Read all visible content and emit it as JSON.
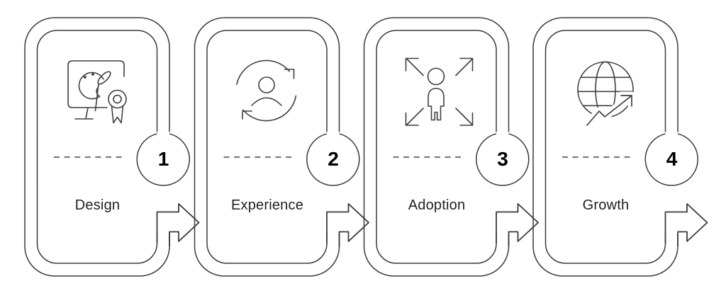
{
  "diagram": {
    "type": "process-flow",
    "background_color": "#ffffff",
    "outline_color": "#3a3a3a",
    "dash_color": "#7d7d7d",
    "text_color": "#1f1f1f",
    "step_count": "4"
  },
  "steps": [
    {
      "number": "1",
      "label": "Design",
      "icon": "palette-monitor-award-icon"
    },
    {
      "number": "2",
      "label": "Experience",
      "icon": "user-sync-arrows-icon"
    },
    {
      "number": "3",
      "label": "Adoption",
      "icon": "person-expand-arrows-icon"
    },
    {
      "number": "4",
      "label": "Growth",
      "icon": "globe-trend-arrow-icon"
    }
  ]
}
